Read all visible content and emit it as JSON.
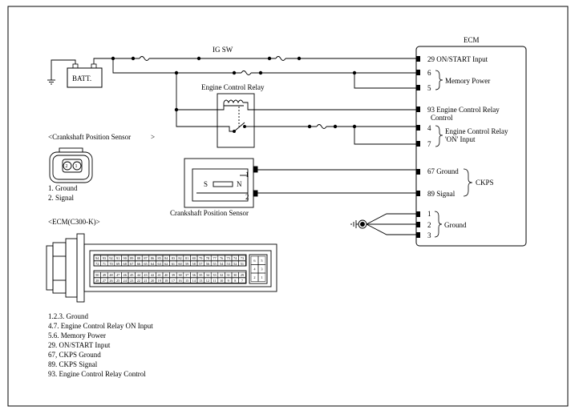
{
  "diagram": {
    "ecm_title": "ECM",
    "batt": "BATT.",
    "ig_sw": "IG SW",
    "relay_title": "Engine Control Relay",
    "ckps_component_label": "Crankshaft Position Sensor",
    "ckps_s": "S",
    "ckps_n": "N",
    "ckps_pin1": "1",
    "ckps_pin2": "2",
    "ecm_pins": {
      "p29": "29 ON/START Input",
      "p6": "6",
      "p5": "5",
      "memory_power": "Memory Power",
      "p93": "93 Engine Control Relay",
      "p93_cont": "Control",
      "p4": "4",
      "p7": "7",
      "relay_on_1": "Engine Control Relay",
      "relay_on_2": "'ON' Input",
      "p67": "67 Ground",
      "p89": "89 Signal",
      "ckps": "CKPS",
      "p1": "1",
      "p2": "2",
      "p3": "3",
      "ground": "Ground"
    }
  },
  "sensor_connector": {
    "title": "<Crankshaft Position Sensor",
    "title_end": ">",
    "pin_2": "2",
    "pin_1": "1",
    "legend_1": "1.  Ground",
    "legend_2": "2.  Signal"
  },
  "ecm_connector": {
    "title": "<ECM(C300-K)>",
    "rows": [
      [
        "94",
        "93",
        "92",
        "91",
        "90",
        "89",
        "88",
        "87",
        "86",
        "85",
        "84",
        "83",
        "82",
        "81",
        "80",
        "79",
        "78",
        "77",
        "76",
        "75",
        "74",
        "73"
      ],
      [
        "72",
        "71",
        "70",
        "69",
        "68",
        "67",
        "66",
        "65",
        "64",
        "63",
        "62",
        "61",
        "60",
        "59",
        "58",
        "57",
        "56",
        "55",
        "54",
        "53",
        "52",
        "51"
      ],
      [
        "50",
        "49",
        "48",
        "47",
        "46",
        "45",
        "44",
        "43",
        "42",
        "41",
        "40",
        "39",
        "38",
        "37",
        "36",
        "35",
        "34",
        "33",
        "32",
        "31",
        "30",
        "29"
      ],
      [
        "28",
        "27",
        "26",
        "25",
        "24",
        "23",
        "22",
        "21",
        "20",
        "19",
        "18",
        "17",
        "16",
        "15",
        "14",
        "13",
        "12",
        "11",
        "10",
        "9",
        "8",
        "7"
      ]
    ],
    "side_pins": [
      "6",
      "5",
      "4",
      "3",
      "2",
      "1"
    ]
  },
  "pin_legend": [
    "1.2.3.  Ground",
    "4.7. Engine Control Relay ON Input",
    "5.6.  Memory Power",
    "29.  ON/START Input",
    "67, CKPS Ground",
    "89. CKPS Signal",
    "93.  Engine Control Relay Control"
  ]
}
